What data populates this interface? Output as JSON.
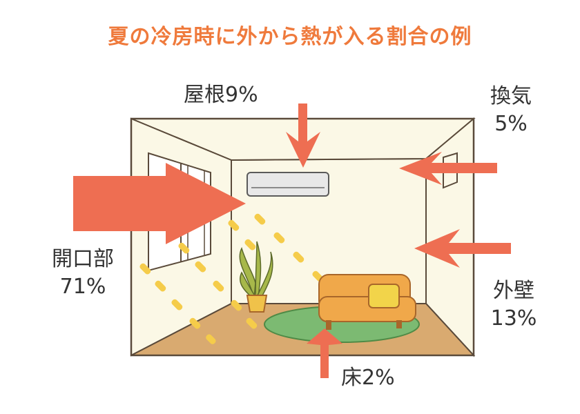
{
  "title": "夏の冷房時に外から熱が入る割合の例",
  "labels": {
    "roof": {
      "name": "屋根",
      "value": "9%"
    },
    "ventilation": {
      "name": "換気",
      "value": "5%"
    },
    "openings": {
      "name": "開口部",
      "value": "71%"
    },
    "wall": {
      "name": "外壁",
      "value": "13%"
    },
    "floor": {
      "name": "床",
      "value": "2%"
    }
  },
  "colors": {
    "title": "#ef7a3c",
    "arrow": "#ee6e52",
    "wall": "#fbf8e6",
    "floor": "#d9aa70",
    "sunbeam": "#f5cc4a",
    "rug": "#7cba72",
    "sofa": "#f0a84a"
  }
}
